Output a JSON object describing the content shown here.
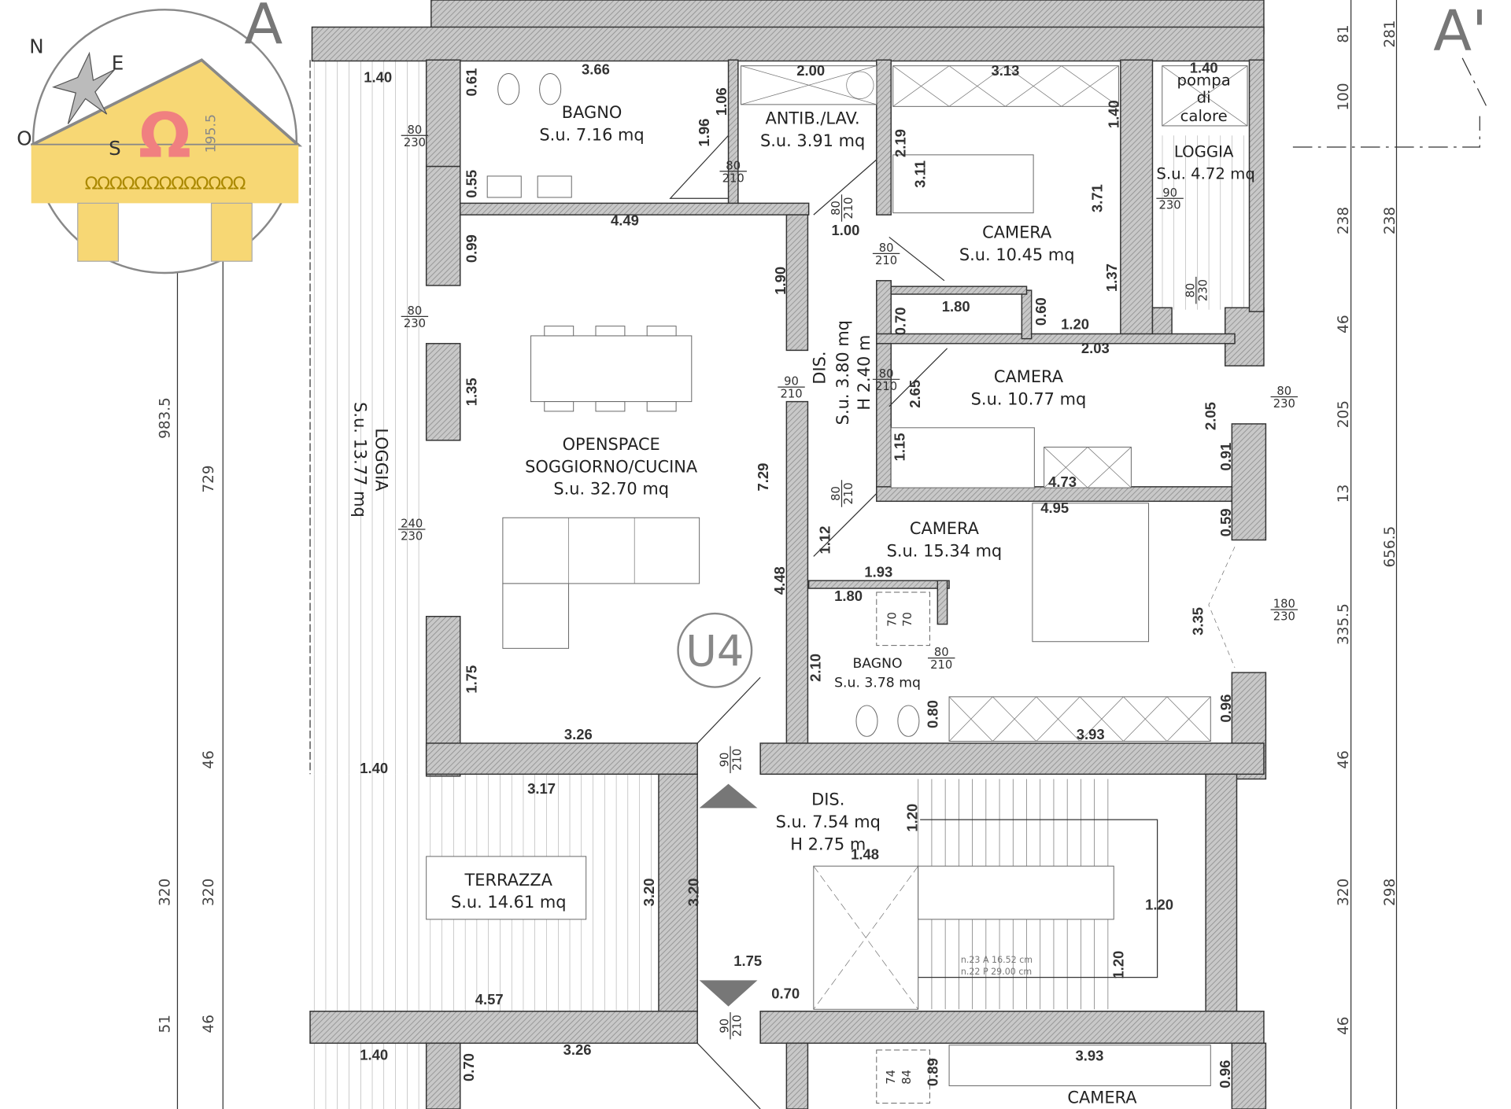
{
  "section_marks": {
    "left": "A",
    "right": "A'"
  },
  "unit_label": "U4",
  "logo": {
    "symbol": "Ω",
    "number": "195.5",
    "compass": [
      "N",
      "E",
      "S",
      "O"
    ],
    "colors": {
      "gold": "#f7d774",
      "omega": "#f08080"
    }
  },
  "rooms": {
    "bagno_top": {
      "name": "BAGNO",
      "area": "S.u. 7.16 mq"
    },
    "antib": {
      "name": "ANTIB./LAV.",
      "area": "S.u. 3.91 mq"
    },
    "camera_1045": {
      "name": "CAMERA",
      "area": "S.u. 10.45 mq"
    },
    "pompa": {
      "line1": "pompa",
      "line2": "di",
      "line3": "calore"
    },
    "loggia_small": {
      "name": "LOGGIA",
      "area": "S.u. 4.72 mq"
    },
    "loggia_big": {
      "name": "LOGGIA",
      "area": "S.u. 13.77 mq"
    },
    "openspace": {
      "name": "OPENSPACE",
      "name2": "SOGGIORNO/CUCINA",
      "area": "S.u. 32.70 mq"
    },
    "dis_small": {
      "name": "DIS.",
      "area": "S.u. 3.80 mq",
      "height": "H 2.40 m"
    },
    "camera_1077": {
      "name": "CAMERA",
      "area": "S.u. 10.77 mq"
    },
    "camera_1534": {
      "name": "CAMERA",
      "area": "S.u. 15.34 mq"
    },
    "bagno_small": {
      "name": "BAGNO",
      "area": "S.u. 3.78 mq"
    },
    "dis_stair": {
      "name": "DIS.",
      "area": "S.u. 7.54 mq",
      "height": "H 2.75 m"
    },
    "terrazza": {
      "name": "TERRAZZA",
      "area": "S.u. 14.61 mq"
    },
    "camera_bottom": {
      "name": "CAMERA"
    }
  },
  "stair_notes": [
    "n.23 A 16.52 cm",
    "n.22 P 29.00 cm"
  ],
  "dimension_labels": [
    "1.40",
    "3.66",
    "2.00",
    "3.13",
    "1.40",
    "4.49",
    "1.00",
    "1.80",
    "1.20",
    "2.03",
    "4.73",
    "4.95",
    "1.93",
    "1.80",
    "3.26",
    "3.93",
    "1.40",
    "3.17",
    "1.48",
    "1.20",
    "1.75",
    "0.70",
    "4.57",
    "1.40",
    "3.26",
    "3.93",
    "0.61",
    "1.06",
    "1.96",
    "0.55",
    "0.99",
    "1.90",
    "1.35",
    "7.29",
    "1.75",
    "4.48",
    "1.12",
    "2.10",
    "0.80",
    "3.35",
    "0.96",
    "0.59",
    "0.91",
    "2.05",
    "1.15",
    "2.65",
    "0.70",
    "0.60",
    "1.37",
    "3.71",
    "3.11",
    "2.19",
    "1.40",
    "3.20",
    "3.20",
    "1.20",
    "1.20",
    "0.70",
    "0.89",
    "0.96"
  ],
  "outer_dimensions": [
    "81",
    "100",
    "238",
    "46",
    "205",
    "13",
    "335.5",
    "46",
    "320",
    "46",
    "281",
    "238",
    "656.5",
    "298",
    "983.5",
    "320",
    "51",
    "729",
    "320",
    "46",
    "46"
  ],
  "door_sizes": [
    [
      "80",
      "230"
    ],
    [
      "80",
      "230"
    ],
    [
      "240",
      "230"
    ],
    [
      "80",
      "210"
    ],
    [
      "80",
      "210"
    ],
    [
      "80",
      "210"
    ],
    [
      "90",
      "230"
    ],
    [
      "80",
      "230"
    ],
    [
      "90",
      "210"
    ],
    [
      "80",
      "210"
    ],
    [
      "80",
      "230"
    ],
    [
      "80",
      "210"
    ],
    [
      "80",
      "210"
    ],
    [
      "180",
      "230"
    ],
    [
      "90",
      "210"
    ],
    [
      "90",
      "210"
    ]
  ],
  "shower_sizes": [
    [
      "70",
      "70"
    ],
    [
      "74",
      "84"
    ]
  ]
}
